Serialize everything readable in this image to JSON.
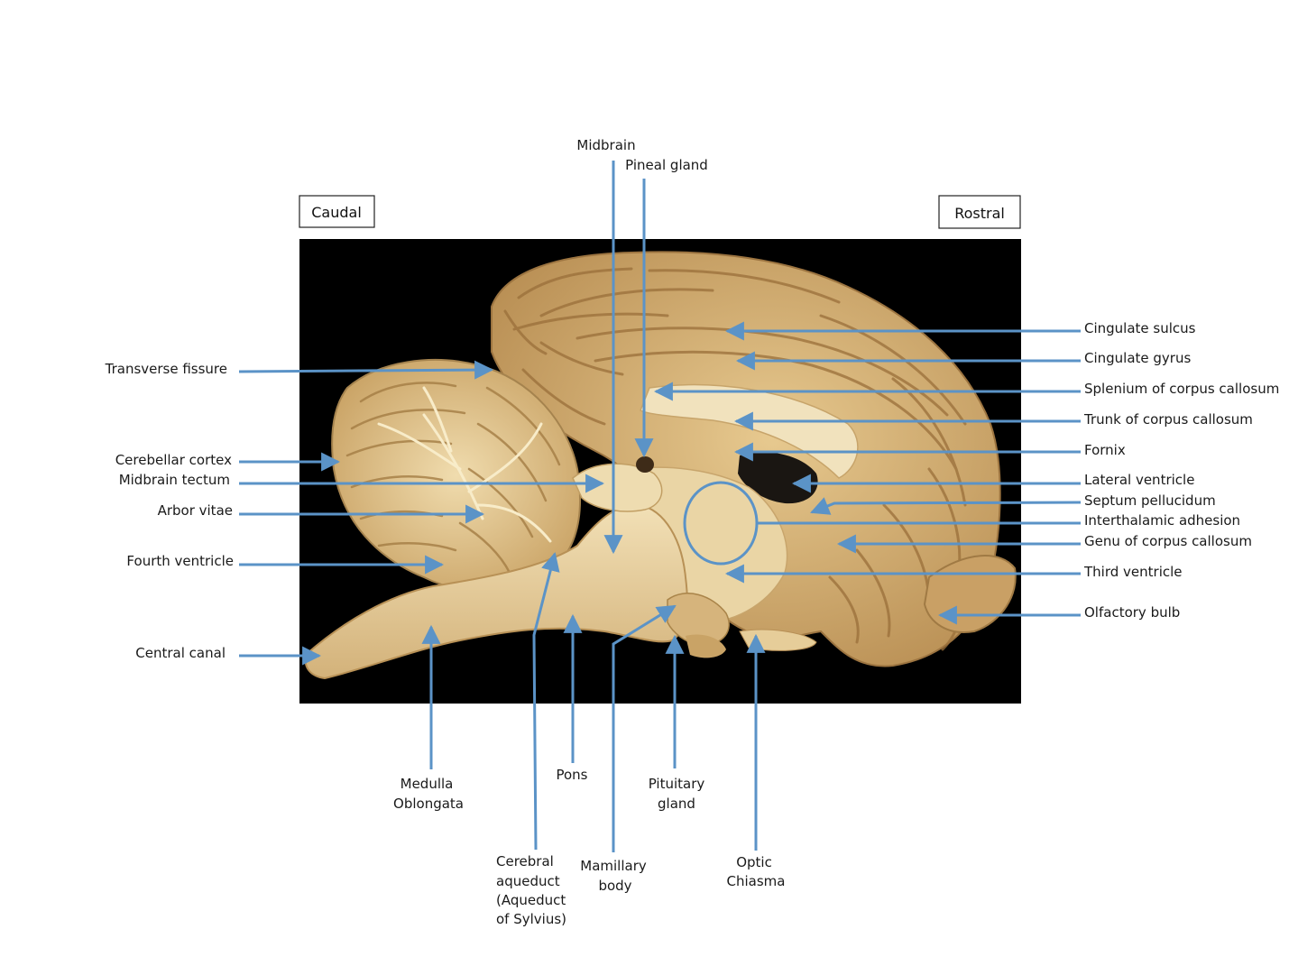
{
  "orientation": {
    "caudal": "Caudal",
    "rostral": "Rostral"
  },
  "colors": {
    "arrow": "#5b93c7",
    "background": "#000000",
    "tissue": "#d9b77d",
    "tissue_light": "#ecd6a6",
    "tissue_dark": "#b08a52"
  },
  "labels": {
    "midbrain": "Midbrain",
    "pineal_gland": "Pineal gland",
    "transverse_fissure": "Transverse fissure",
    "cerebellar_cortex": "Cerebellar cortex",
    "midbrain_tectum": "Midbrain tectum",
    "arbor_vitae": "Arbor vitae",
    "fourth_ventricle": "Fourth ventricle",
    "central_canal": "Central canal",
    "cingulate_sulcus": "Cingulate sulcus",
    "cingulate_gyrus": "Cingulate gyrus",
    "splenium": "Splenium of corpus callosum",
    "trunk": "Trunk of corpus callosum",
    "fornix": "Fornix",
    "lateral_ventricle": "Lateral ventricle",
    "septum_pellucidum": "Septum pellucidum",
    "interthalamic_adhesion": "Interthalamic adhesion",
    "genu": "Genu of corpus callosum",
    "third_ventricle": "Third ventricle",
    "olfactory_bulb": "Olfactory bulb",
    "medulla_1": "Medulla",
    "medulla_2": "Oblongata",
    "pons": "Pons",
    "pituitary_1": "Pituitary",
    "pituitary_2": "gland",
    "aqueduct_1": "Cerebral",
    "aqueduct_2": "aqueduct",
    "aqueduct_3": "(Aqueduct",
    "aqueduct_4": "of Sylvius)",
    "mamillary_1": "Mamillary",
    "mamillary_2": "body",
    "optic_1": "Optic",
    "optic_2": "Chiasma"
  }
}
